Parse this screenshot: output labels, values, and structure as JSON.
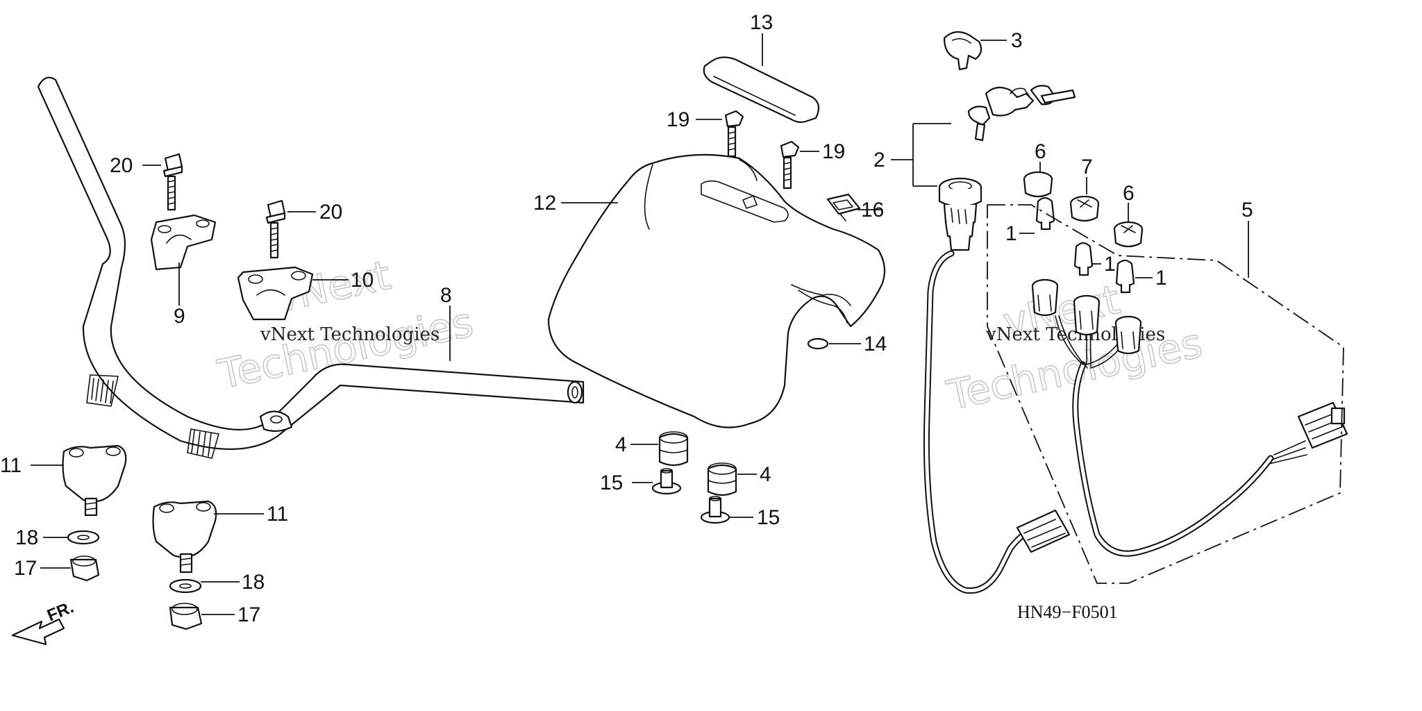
{
  "diagram": {
    "code": "HN49−F0501",
    "front_arrow": "FR.",
    "watermark": {
      "brand": "vNext",
      "word": "Technologies",
      "full": "vNext Technologies"
    },
    "callouts": {
      "c1a": "1",
      "c1b": "1",
      "c1c": "1",
      "c2": "2",
      "c3": "3",
      "c4a": "4",
      "c4b": "4",
      "c5": "5",
      "c6a": "6",
      "c6b": "6",
      "c7": "7",
      "c8": "8",
      "c9": "9",
      "c10": "10",
      "c11a": "11",
      "c11b": "11",
      "c12": "12",
      "c13": "13",
      "c14": "14",
      "c15a": "15",
      "c15b": "15",
      "c16": "16",
      "c17a": "17",
      "c17b": "17",
      "c18a": "18",
      "c18b": "18",
      "c19a": "19",
      "c19b": "19",
      "c20a": "20",
      "c20b": "20"
    }
  }
}
